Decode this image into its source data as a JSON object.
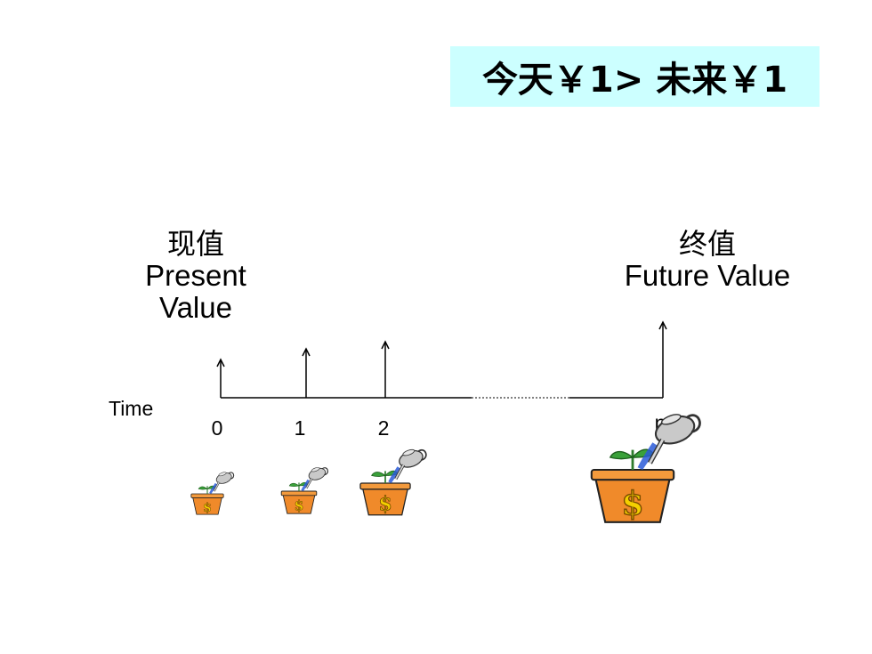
{
  "title": "今天￥1> 未来￥1",
  "present_value": {
    "cn": "现值",
    "en_line1": "Present",
    "en_line2": "Value"
  },
  "future_value": {
    "cn": "终值",
    "en": "Future Value"
  },
  "timeline": {
    "axis_label": "Time",
    "ticks": [
      "0",
      "1",
      "2",
      "n"
    ]
  },
  "colors": {
    "title_bg": "#ccffff",
    "pot": "#f08a2a",
    "dollar": "#f4d000",
    "leaf": "#3aa13a",
    "water": "#2a5ad8"
  },
  "icons": [
    "watering-can-icon",
    "plant-pot-icon"
  ]
}
